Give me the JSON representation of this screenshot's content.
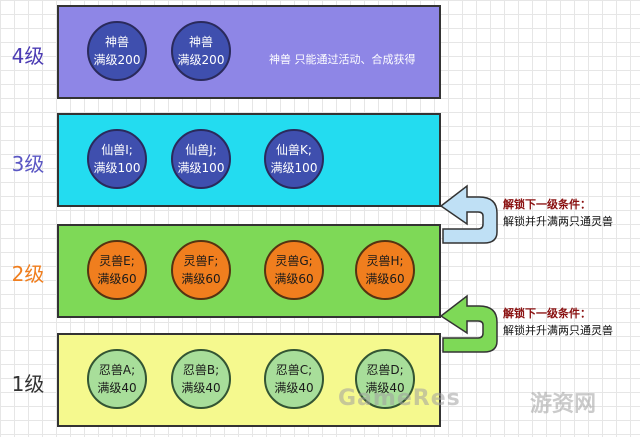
{
  "tiers": [
    {
      "label": "4级",
      "label_color": "#4b3bb3",
      "box_color": "#8e86e6",
      "circle_style": "purple",
      "items": [
        {
          "line1": "神兽",
          "line2": "满级200"
        },
        {
          "line1": "神兽",
          "line2": "满级200"
        }
      ],
      "note": "神兽 只能通过活动、合成获得"
    },
    {
      "label": "3级",
      "label_color": "#5b57c4",
      "box_color": "#23dcf0",
      "circle_style": "purple",
      "items": [
        {
          "line1": "仙兽I;",
          "line2": "满级100"
        },
        {
          "line1": "仙兽J;",
          "line2": "满级100"
        },
        {
          "line1": "仙兽K;",
          "line2": "满级100"
        }
      ]
    },
    {
      "label": "2级",
      "label_color": "#f07e1e",
      "box_color": "#7ed957",
      "circle_style": "orange",
      "items": [
        {
          "line1": "灵兽E;",
          "line2": "满级60"
        },
        {
          "line1": "灵兽F;",
          "line2": "满级60"
        },
        {
          "line1": "灵兽G;",
          "line2": "满级60"
        },
        {
          "line1": "灵兽H;",
          "line2": "满级60"
        }
      ]
    },
    {
      "label": "1级",
      "label_color": "#333333",
      "box_color": "#f5f98e",
      "circle_style": "green",
      "items": [
        {
          "line1": "忍兽A;",
          "line2": "满级40"
        },
        {
          "line1": "忍兽B;",
          "line2": "满级40"
        },
        {
          "line1": "忍兽C;",
          "line2": "满级40"
        },
        {
          "line1": "忍兽D;",
          "line2": "满级40"
        }
      ]
    }
  ],
  "conditions": [
    {
      "title": "解锁下一级条件：",
      "desc": "解锁并升满两只通灵兽",
      "arrow_color": "#bfe0f5"
    },
    {
      "title": "解锁下一级条件：",
      "desc": "解锁并升满两只通灵兽",
      "arrow_color": "#7ed957"
    }
  ],
  "watermark": {
    "text1": "GameRes",
    "text2": "游资网"
  }
}
